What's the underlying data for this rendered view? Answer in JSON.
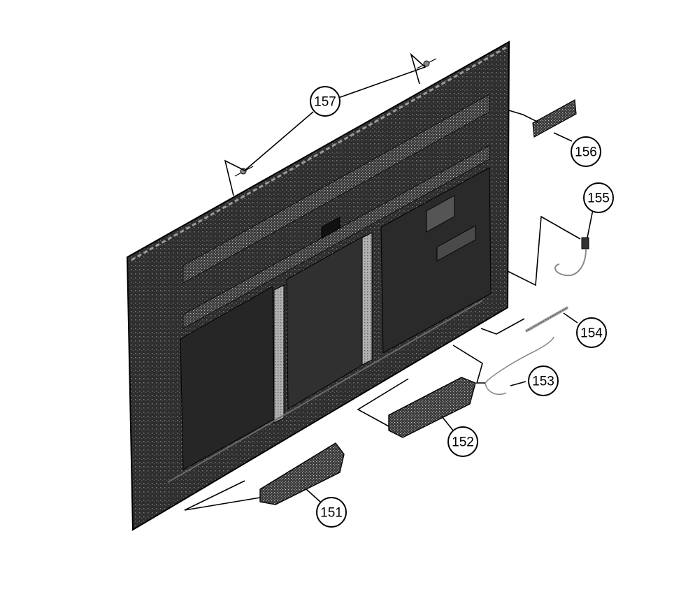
{
  "diagram": {
    "type": "exploded-parts-view",
    "callouts": [
      "151",
      "152",
      "153",
      "154",
      "155",
      "156",
      "157"
    ]
  },
  "colors": {
    "panel_dark": "#2b2b2b",
    "panel_mid": "#555555",
    "panel_light": "#9a9a9a",
    "ink": "#000000",
    "paper": "#ffffff"
  }
}
